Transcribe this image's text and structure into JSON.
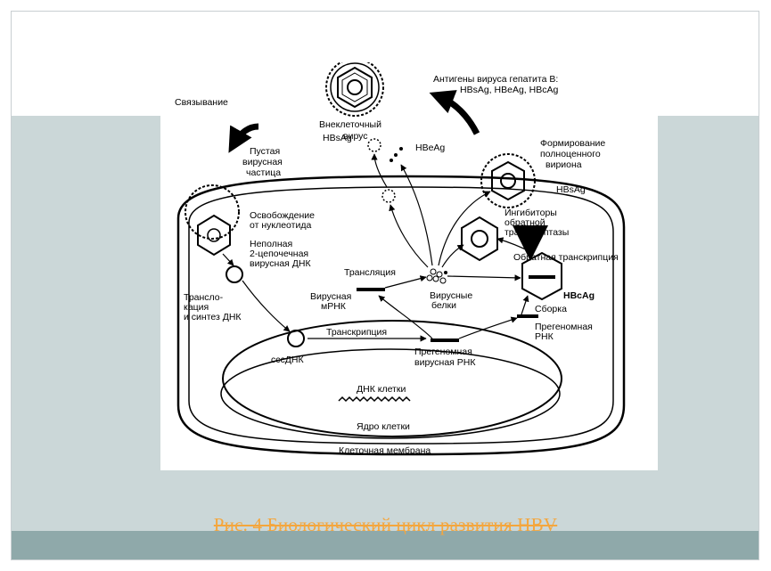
{
  "slide": {
    "caption": "Рис. 4 Биологический цикл развития HBV",
    "accent_color": "#f4a63d",
    "band_color": "#cbd7d8",
    "band_dark_color": "#8fa9aa"
  },
  "diagram": {
    "antigens_line1": "Антигены вируса гепатита В:",
    "antigens_line2": "HBsAg, HBeAg, HBcAg",
    "extracellular_line1": "Внеклеточный",
    "extracellular_line2": "вирус",
    "binding": "Связывание",
    "empty_particle_line1": "Пустая",
    "empty_particle_line2": "вирусная",
    "empty_particle_line3": "частица",
    "hbsag_top": "HBsAg",
    "hbeag": "HBeAg",
    "formation_line1": "Формирование",
    "formation_line2": "полноценного",
    "formation_line3": "вириона",
    "hbsag_right": "HBsAg",
    "release_line1": "Освобождение",
    "release_line2": "от нуклеотида",
    "incomplete_line1": "Неполная",
    "incomplete_line2": "2-цепочечная",
    "incomplete_line3": "вирусная ДНК",
    "inhibitors_line1": "Ингибиторы",
    "inhibitors_line2": "обратной",
    "inhibitors_line3": "транскриптазы",
    "reverse_transcription": "Обратная транскрипция",
    "translation": "Трансляция",
    "viral_mrna_line1": "Вирусная",
    "viral_mrna_line2": "мРНК",
    "viral_proteins_line1": "Вирусные",
    "viral_proteins_line2": "белки",
    "hbcag": "HBcAg",
    "assembly": "Сборка",
    "translocation_line1": "Трансло-",
    "translocation_line2": "кация",
    "translocation_line3": "и синтез ДНК",
    "transcription": "Транскрипция",
    "pregenomic_rna_line1": "Прегеномная",
    "pregenomic_rna_line2": "РНК",
    "cccdna": "cccДНК",
    "pregenomic_viral_line1": "Прегеномная",
    "pregenomic_viral_line2": "вирусная РНК",
    "cell_dna": "ДНК клетки",
    "cell_nucleus": "Ядро клетки",
    "cell_membrane": "Клеточная мембрана"
  }
}
